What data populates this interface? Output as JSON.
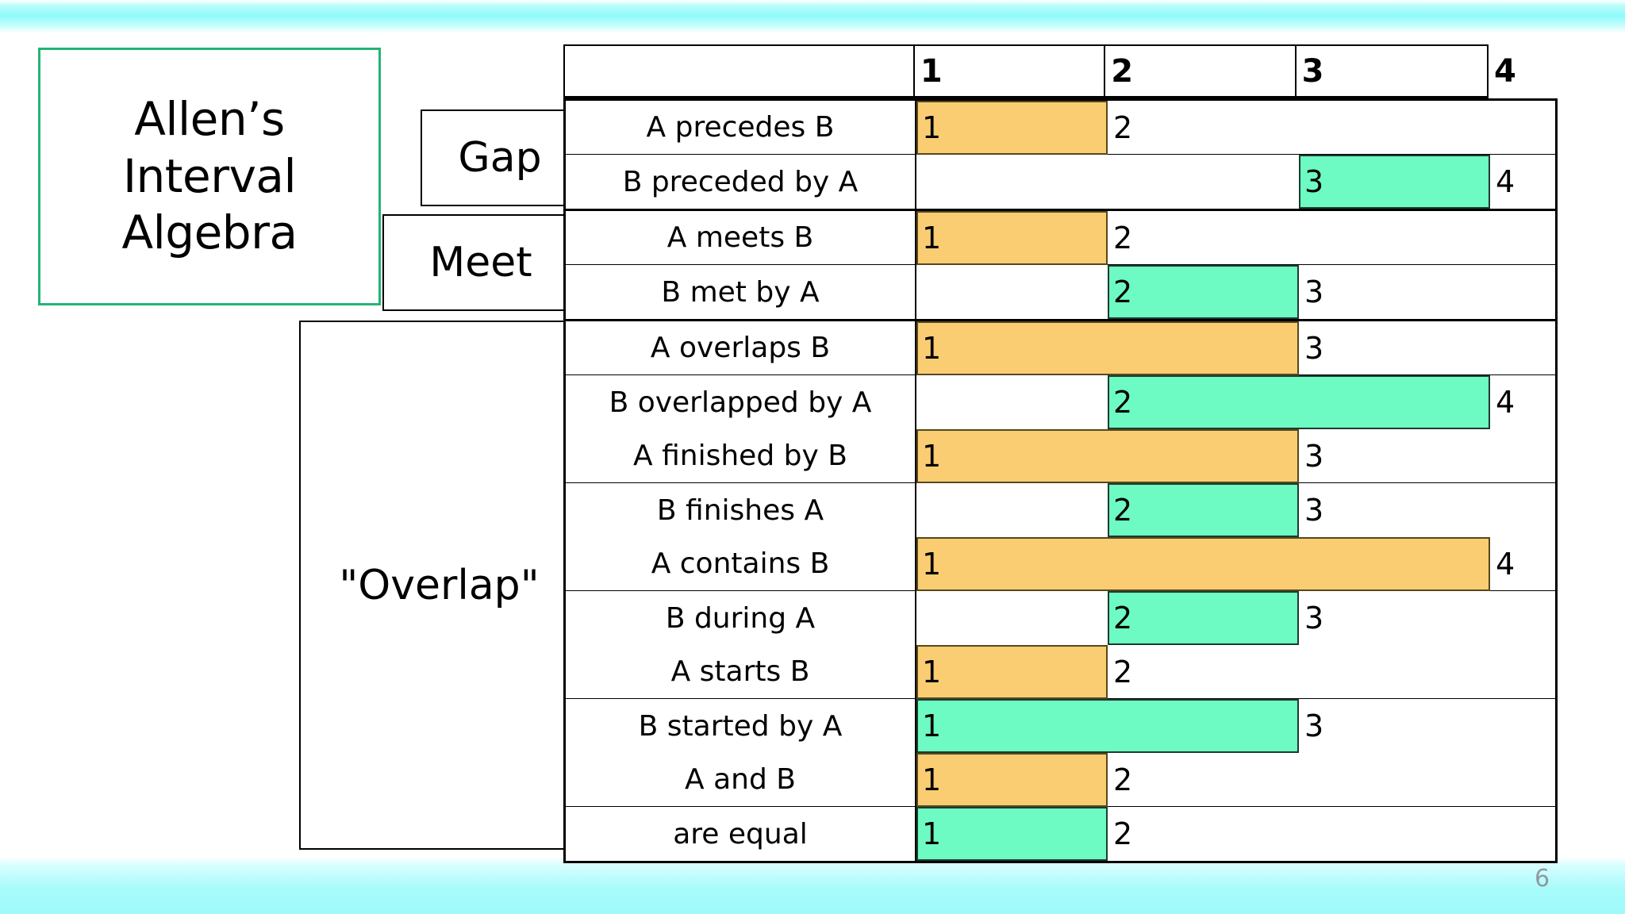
{
  "slide": {
    "page_number": "6",
    "title_lines": [
      "Allen’s",
      "Interval",
      "Algebra"
    ],
    "accent_color": "#24b473",
    "bar_color_a": "#fbcd72",
    "bar_color_b": "#6dfbc3",
    "band_color": "#8ffafa"
  },
  "groups": [
    {
      "id": "gap",
      "label": "Gap"
    },
    {
      "id": "meet",
      "label": "Meet"
    },
    {
      "id": "overlap",
      "label": "\"Overlap\""
    }
  ],
  "table": {
    "header": {
      "label_column": "",
      "columns": [
        "1",
        "2",
        "3",
        "4"
      ]
    },
    "axis": {
      "min": 1,
      "max": 4,
      "ticks": [
        1,
        2,
        3,
        4
      ]
    },
    "groups": [
      {
        "group": "Gap",
        "rows": [
          {
            "label": "A precedes B",
            "series": "A",
            "start": 1,
            "end": 2,
            "start_label": "1",
            "end_label": "2"
          },
          {
            "label": "B preceded by A",
            "series": "B",
            "start": 3,
            "end": 4,
            "start_label": "3",
            "end_label": "4"
          }
        ]
      },
      {
        "group": "Meet",
        "rows": [
          {
            "label": "A meets B",
            "series": "A",
            "start": 1,
            "end": 2,
            "start_label": "1",
            "end_label": "2"
          },
          {
            "label": "B met by A",
            "series": "B",
            "start": 2,
            "end": 3,
            "start_label": "2",
            "end_label": "3"
          }
        ]
      },
      {
        "group": "\"Overlap\"",
        "rows": [
          {
            "label": "A overlaps B",
            "series": "A",
            "start": 1,
            "end": 3,
            "start_label": "1",
            "end_label": "3"
          },
          {
            "label": "B overlapped by A",
            "series": "B",
            "start": 2,
            "end": 4,
            "start_label": "2",
            "end_label": "4"
          },
          {
            "label": "A finished by B",
            "series": "A",
            "start": 1,
            "end": 3,
            "start_label": "1",
            "end_label": "3"
          },
          {
            "label": "B finishes A",
            "series": "B",
            "start": 2,
            "end": 3,
            "start_label": "2",
            "end_label": "3"
          },
          {
            "label": "A contains B",
            "series": "A",
            "start": 1,
            "end": 4,
            "start_label": "1",
            "end_label": "4"
          },
          {
            "label": "B during A",
            "series": "B",
            "start": 2,
            "end": 3,
            "start_label": "2",
            "end_label": "3"
          },
          {
            "label": "A starts B",
            "series": "A",
            "start": 1,
            "end": 2,
            "start_label": "1",
            "end_label": "2"
          },
          {
            "label": "B started by A",
            "series": "B",
            "start": 1,
            "end": 3,
            "start_label": "1",
            "end_label": "3"
          },
          {
            "label": "A and B",
            "series": "A",
            "start": 1,
            "end": 2,
            "start_label": "1",
            "end_label": "2"
          },
          {
            "label": "are equal",
            "series": "B",
            "start": 1,
            "end": 2,
            "start_label": "1",
            "end_label": "2"
          }
        ]
      }
    ]
  },
  "chart_data": {
    "type": "bar",
    "title": "Allen’s Interval Algebra",
    "xlabel": "",
    "ylabel": "",
    "xlim": [
      1,
      4
    ],
    "ticks": [
      "1",
      "2",
      "3",
      "4"
    ],
    "grid": false,
    "legend": "none",
    "categories": [
      "A precedes B",
      "B preceded by A",
      "A meets B",
      "B met by A",
      "A overlaps B",
      "B overlapped by A",
      "A finished by B",
      "B finishes A",
      "A contains B",
      "B during A",
      "A starts B",
      "B started by A",
      "A and B",
      "are equal"
    ],
    "series": [
      {
        "name": "A",
        "color": "#fbcd72",
        "intervals": [
          [
            1,
            2
          ],
          null,
          [
            1,
            2
          ],
          null,
          [
            1,
            3
          ],
          null,
          [
            1,
            3
          ],
          null,
          [
            1,
            4
          ],
          null,
          [
            1,
            2
          ],
          null,
          [
            1,
            2
          ],
          null
        ]
      },
      {
        "name": "B",
        "color": "#6dfbc3",
        "intervals": [
          null,
          [
            3,
            4
          ],
          null,
          [
            2,
            3
          ],
          null,
          [
            2,
            4
          ],
          null,
          [
            2,
            3
          ],
          null,
          [
            2,
            3
          ],
          null,
          [
            1,
            3
          ],
          null,
          [
            1,
            2
          ]
        ]
      }
    ]
  }
}
